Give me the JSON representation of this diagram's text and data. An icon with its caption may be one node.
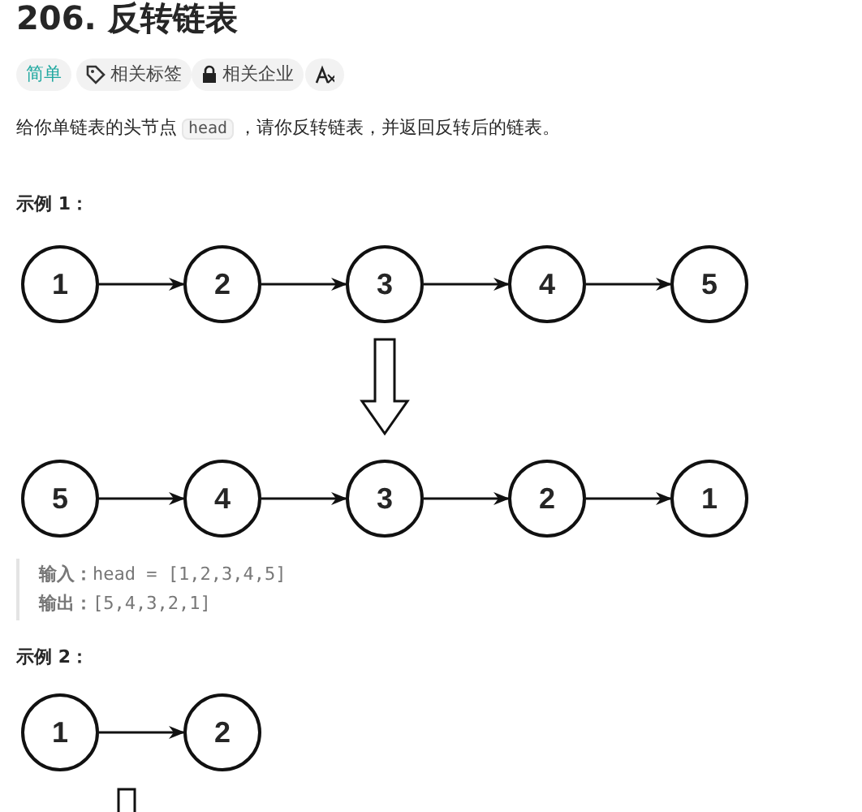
{
  "diagram": {
    "title": "206. 反转链表",
    "nodes": [
      {
        "text": [
          "1"
        ]
      },
      {
        "text": [
          "2"
        ]
      },
      {
        "text": [
          "3"
        ]
      },
      {
        "text": [
          "4"
        ]
      },
      {
        "text": [
          "5"
        ]
      },
      {
        "text": [
          "5"
        ]
      },
      {
        "text": [
          "4"
        ]
      },
      {
        "text": [
          "3"
        ]
      },
      {
        "text": [
          "2"
        ]
      },
      {
        "text": [
          "1"
        ]
      },
      {
        "text": [
          "1"
        ]
      },
      {
        "text": [
          "2"
        ]
      }
    ],
    "edges": [
      {
        "from": 0,
        "to": 1,
        "arrow": "to"
      },
      {
        "from": 1,
        "to": 2,
        "arrow": "to"
      },
      {
        "from": 2,
        "to": 3,
        "arrow": "to"
      },
      {
        "from": 3,
        "to": 4,
        "arrow": "to"
      },
      {
        "from": 2,
        "to": 7,
        "arrow": "to",
        "style": "thick"
      },
      {
        "from": 5,
        "to": 6,
        "arrow": "to"
      },
      {
        "from": 6,
        "to": 7,
        "arrow": "to"
      },
      {
        "from": 7,
        "to": 8,
        "arrow": "to"
      },
      {
        "from": 8,
        "to": 9,
        "arrow": "to"
      },
      {
        "from": 10,
        "to": 11,
        "arrow": "to"
      }
    ],
    "labels": [
      "简单",
      "相关标签",
      "相关企业",
      "给你单链表的头节点",
      "head",
      "，请你反转链表，并返回反转后的链表。",
      "示例 1：",
      "**输入：**head = [1,2,3,4,5]",
      "**输出：**[5,4,3,2,1]",
      "示例 2："
    ]
  }
}
